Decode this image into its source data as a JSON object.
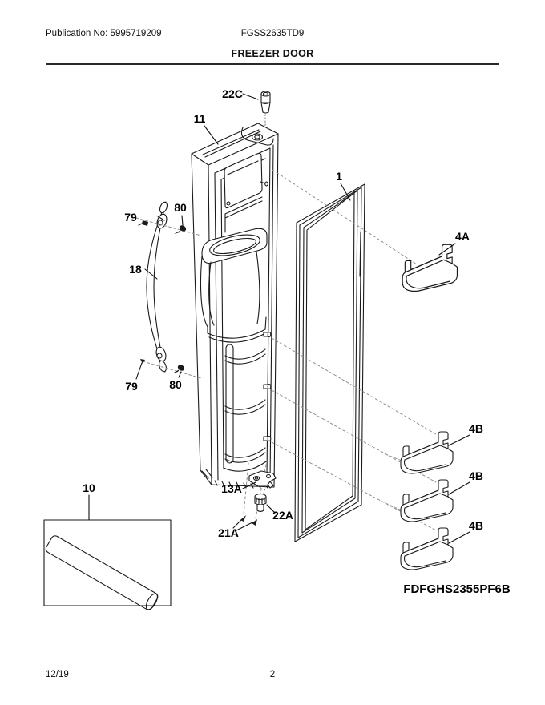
{
  "header": {
    "publication": "Publication No: 5995719209",
    "model": "FGSS2635TD9",
    "title": "FREEZER DOOR"
  },
  "footer": {
    "date": "12/19",
    "page_number": "2"
  },
  "diagram": {
    "part_code": "FDFGHS2355PF6B",
    "callouts": [
      {
        "label": "22C"
      },
      {
        "label": "11"
      },
      {
        "label": "1"
      },
      {
        "label": "4A"
      },
      {
        "label": "79"
      },
      {
        "label": "80"
      },
      {
        "label": "18"
      },
      {
        "label": "79"
      },
      {
        "label": "80"
      },
      {
        "label": "13A"
      },
      {
        "label": "22A"
      },
      {
        "label": "21A"
      },
      {
        "label": "10"
      },
      {
        "label": "4B"
      },
      {
        "label": "4B"
      },
      {
        "label": "4B"
      }
    ],
    "colors": {
      "line": "#1a1a1a",
      "leader_dash": "#909090",
      "background": "#ffffff"
    }
  }
}
